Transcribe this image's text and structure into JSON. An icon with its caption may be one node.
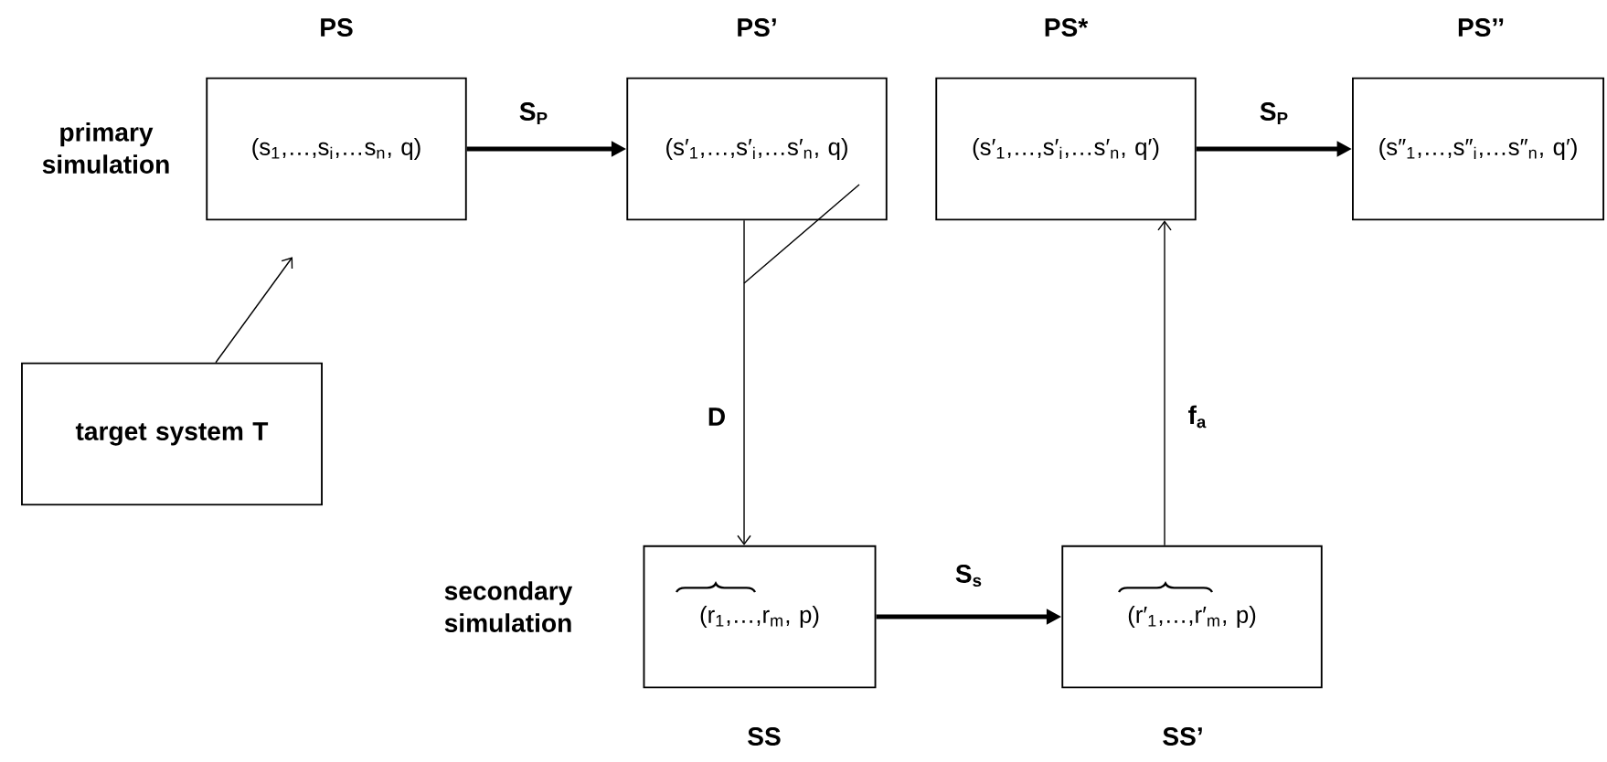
{
  "diagram": {
    "nodes": [
      {
        "text": [
          "PS",
          "(s$_{1}$,…,s$_{i}$,…s$_{n}$, q)"
        ],
        "beside": [
          "primary simulation"
        ]
      },
      {
        "text": [
          "PS’",
          "(s′$_{1}$,…,s′$_{i}$,…s′$_{n}$, q)"
        ]
      },
      {
        "text": [
          "PS*",
          "(s′$_{1}$,…,s′$_{i}$,…s′$_{n}$, q′)"
        ]
      },
      {
        "text": [
          "PS’’",
          "(s″$_{1}$,…,s″$_{i}$,…s″$_{n}$, q′)"
        ]
      },
      {
        "text": [
          "target system T"
        ]
      },
      {
        "text": [
          "(r$_{1}$,…,r$_{m}$, p)",
          "SS"
        ],
        "beside": [
          "secondary simulation"
        ]
      },
      {
        "text": [
          "(r′$_{1}$,…,r′$_{m}$, p)",
          "SS’"
        ]
      }
    ],
    "edges": [
      {
        "from": 0,
        "to": 1,
        "arrow": "to",
        "label": "S$_{P}$",
        "style": "thick"
      },
      {
        "from": 2,
        "to": 3,
        "arrow": "to",
        "label": "S$_{P}$",
        "style": "thick"
      },
      {
        "from": 4,
        "to": 0,
        "arrow": "to"
      },
      {
        "from": 1,
        "to": 5,
        "arrow": "to",
        "label": "D"
      },
      {
        "from": 5,
        "to": 6,
        "arrow": "to",
        "label": "S$_{s}$",
        "style": "thick"
      },
      {
        "from": 6,
        "to": 2,
        "arrow": "to",
        "label": "f$_{a}$"
      }
    ]
  }
}
